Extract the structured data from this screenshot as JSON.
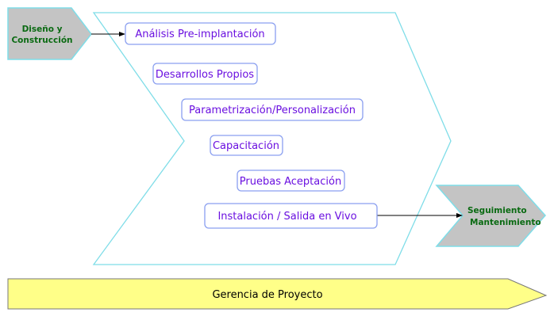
{
  "left_stage": {
    "line1": "Diseño y",
    "line2": "Construcción"
  },
  "right_stage": {
    "line1": "Seguimiento",
    "line2": "Mantenimiento"
  },
  "steps": [
    "Análisis Pre-implantación",
    "Desarrollos Propios",
    "Parametrización/Personalización",
    "Capacitación",
    "Pruebas Aceptación",
    "Instalación / Salida en Vivo"
  ],
  "bottom_bar": "Gerencia de Proyecto",
  "colors": {
    "outline": "#7fdde8",
    "stage_fill": "#c4c4c4",
    "bar_fill": "#ffff88",
    "step_text": "#6a0fe0",
    "stage_text": "#0a6a12"
  }
}
